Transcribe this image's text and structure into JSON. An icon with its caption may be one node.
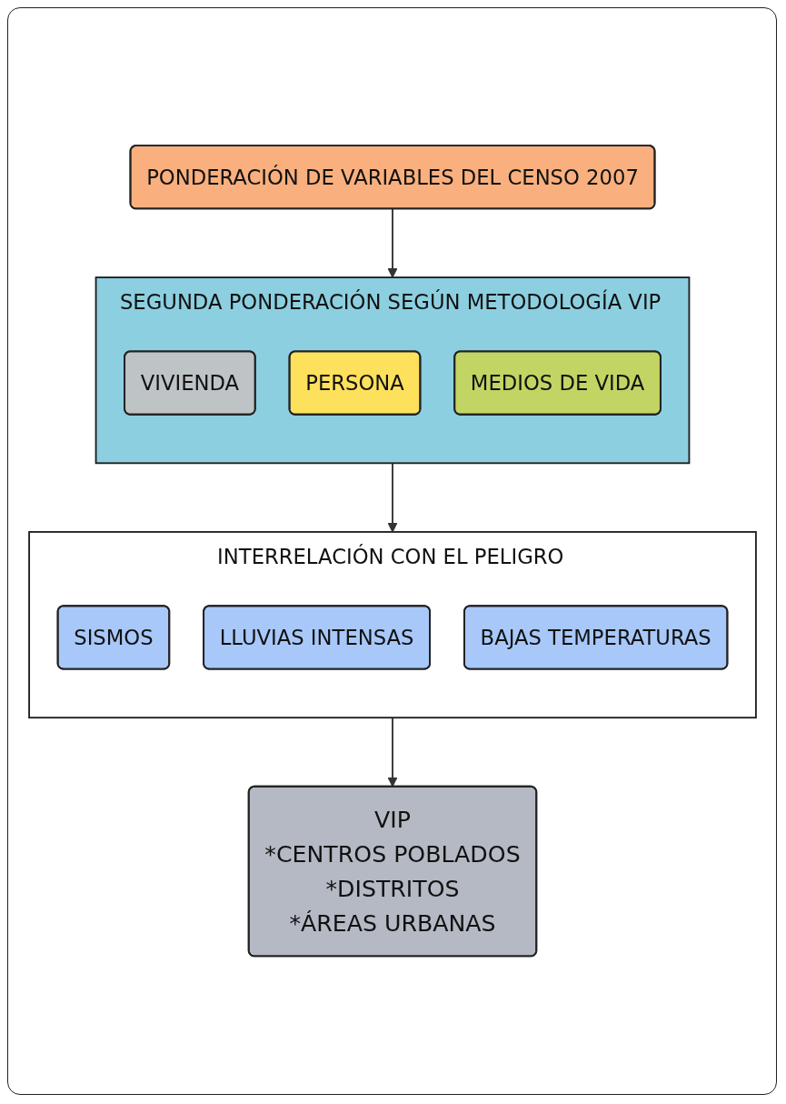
{
  "diagram": {
    "nodes": [
      {
        "text": [
          "PONDERACIÓN DE VARIABLES DEL CENSO 2007"
        ]
      },
      {
        "text": [
          "SEGUNDA PONDERACIÓN SEGÚN METODOLOGÍA VIP"
        ]
      },
      {
        "text": [
          "VIVIENDA"
        ],
        "in": 1
      },
      {
        "text": [
          "PERSONA"
        ],
        "in": 1
      },
      {
        "text": [
          "MEDIOS DE VIDA"
        ],
        "in": 1
      },
      {
        "text": [
          "INTERRELACIÓN CON EL PELIGRO"
        ]
      },
      {
        "text": [
          "SISMOS"
        ],
        "in": 5
      },
      {
        "text": [
          "LLUVIAS INTENSAS"
        ],
        "in": 5
      },
      {
        "text": [
          "BAJAS TEMPERATURAS"
        ],
        "in": 5
      },
      {
        "text": [
          "VIP",
          "*CENTROS POBLADOS",
          "*DISTRITOS",
          "*ÁREAS URBANAS"
        ]
      }
    ],
    "edges": [
      {
        "from": 0,
        "to": 1,
        "arrow": "to"
      },
      {
        "from": 1,
        "to": 5,
        "arrow": "to"
      },
      {
        "from": 5,
        "to": 9,
        "arrow": "to"
      }
    ]
  }
}
